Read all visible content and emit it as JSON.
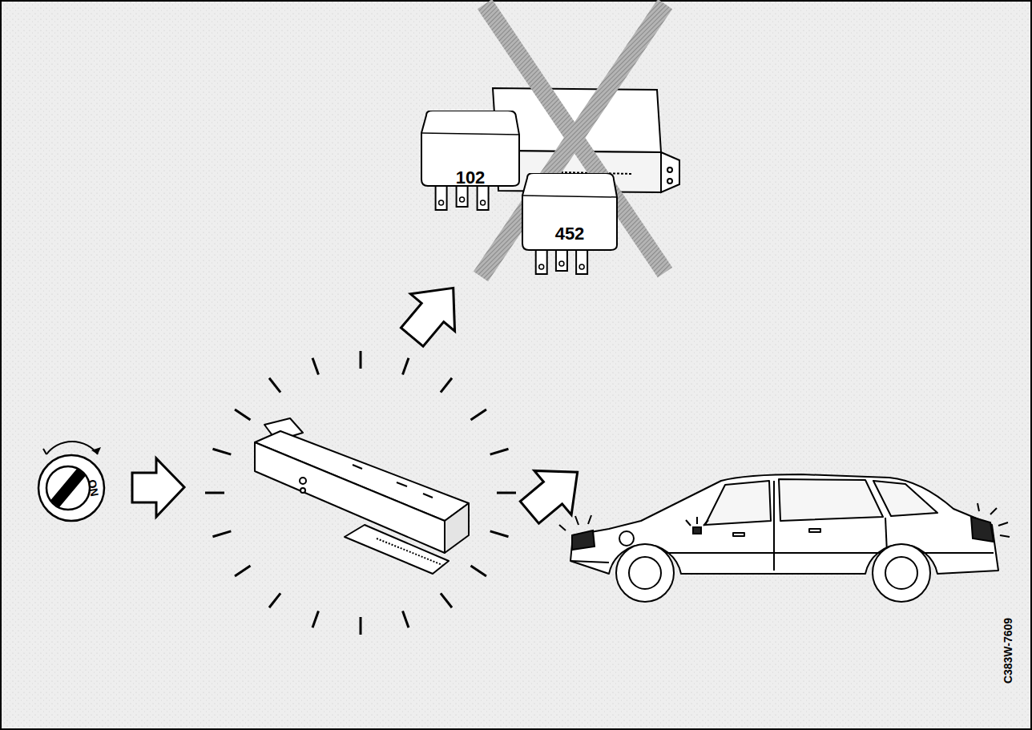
{
  "diagram": {
    "nodes": [
      {
        "text": [
          "102"
        ]
      },
      {
        "text": [
          "452"
        ]
      },
      {
        "text": [
          "ON"
        ]
      }
    ],
    "labels": [
      "C383W-7609"
    ]
  }
}
